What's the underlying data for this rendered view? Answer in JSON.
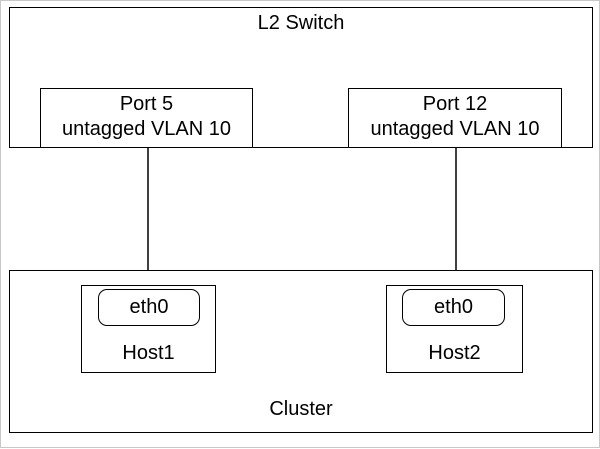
{
  "switch": {
    "label": "L2 Switch",
    "ports": [
      {
        "name": "Port 5",
        "vlan": "untagged VLAN 10"
      },
      {
        "name": "Port 12",
        "vlan": "untagged VLAN 10"
      }
    ]
  },
  "cluster": {
    "label": "Cluster",
    "hosts": [
      {
        "name": "Host1",
        "interface": "eth0"
      },
      {
        "name": "Host2",
        "interface": "eth0"
      }
    ]
  },
  "colors": {
    "stroke": "#000000",
    "background": "#ffffff",
    "frame": "#c8c8c8"
  }
}
